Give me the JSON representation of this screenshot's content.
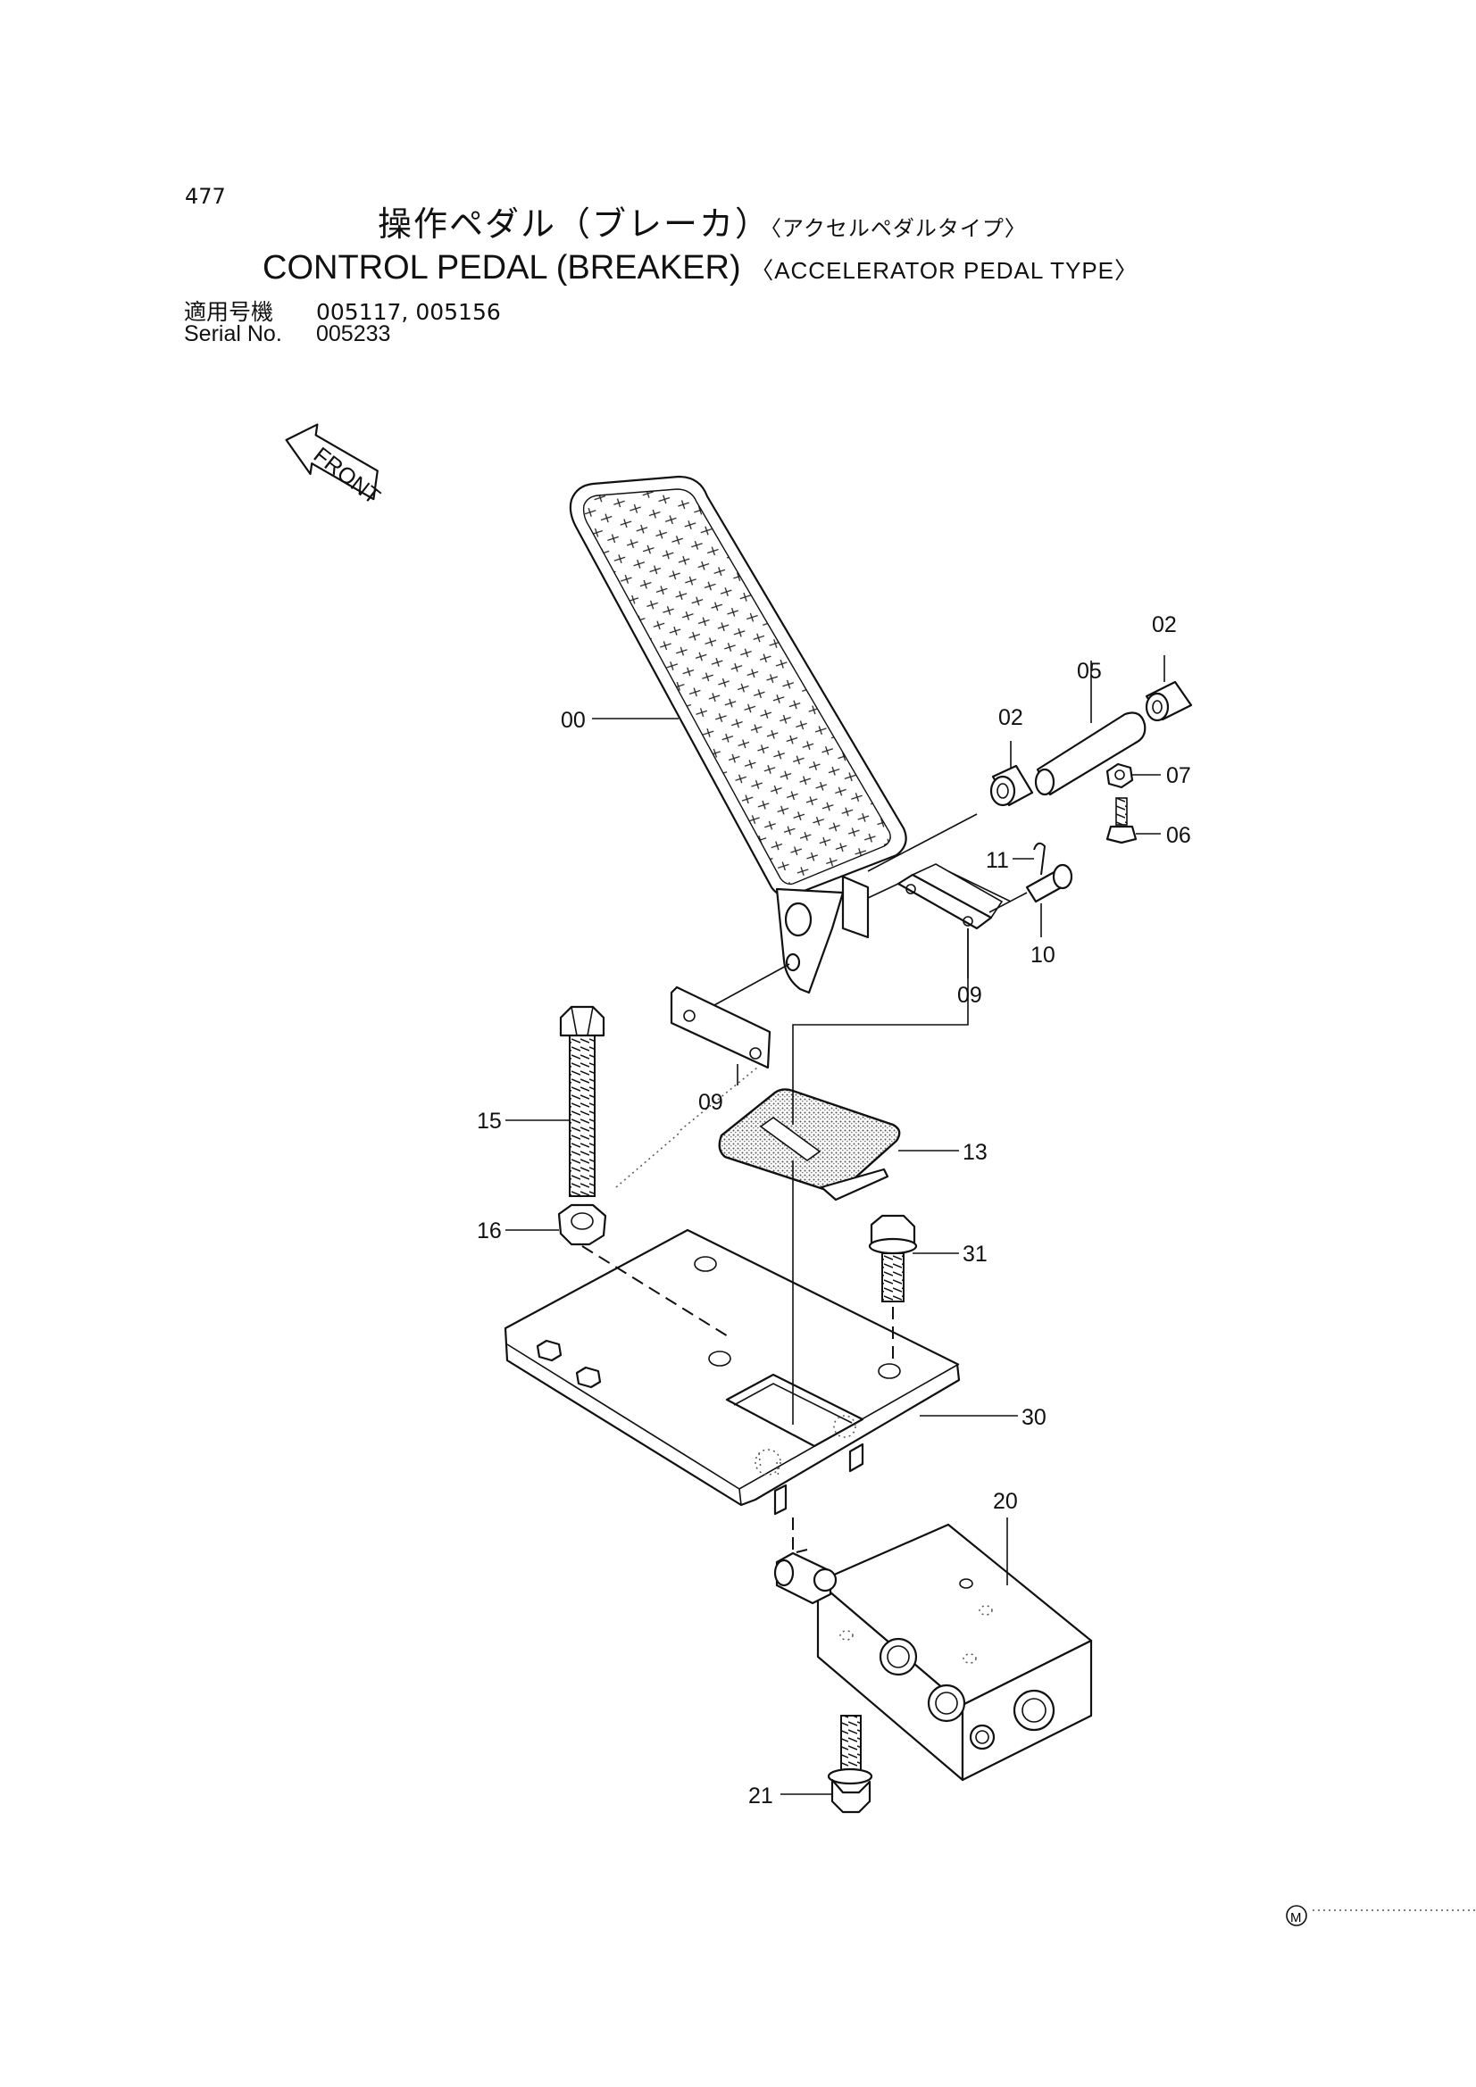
{
  "header": {
    "page_no": "477",
    "title_jp": "操作ペダル（ブレーカ）",
    "title_jp_sub": "〈アクセルペダルタイプ〉",
    "title_en": "CONTROL PEDAL (BREAKER)",
    "title_en_sub": "〈ACCELERATOR PEDAL TYPE〉",
    "serial_jp_label": "適用号機",
    "serial_jp_value": "005117, 005156",
    "serial_en_label": "Serial No.",
    "serial_en_value": "005233"
  },
  "direction_label": "FRONT",
  "parts": [
    "00",
    "02",
    "05",
    "02",
    "07",
    "06",
    "11",
    "10",
    "09",
    "09",
    "15",
    "13",
    "16",
    "31",
    "30",
    "20",
    "21"
  ],
  "marker": "M"
}
